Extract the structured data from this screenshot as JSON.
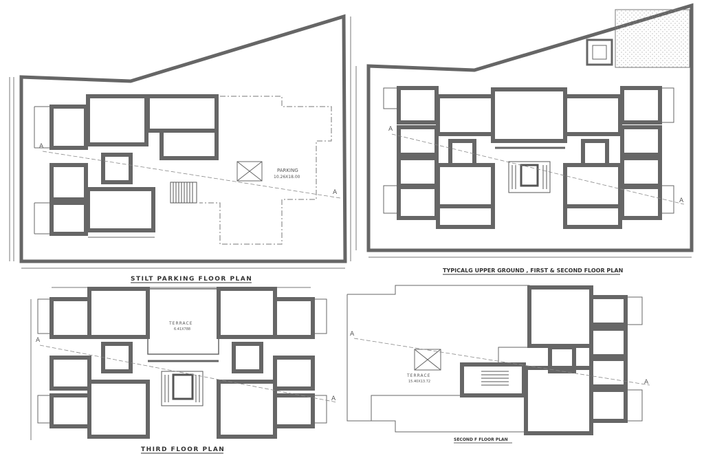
{
  "drawing": {
    "colors": {
      "wall": "#666666",
      "line": "#555555",
      "background": "#ffffff",
      "text": "#333333",
      "hatch": "#888888"
    },
    "plans": {
      "stilt_parking": {
        "title": "STILT PARKING FLOOR PLAN",
        "parking_label": "PARKING",
        "parking_size": "10.26X18.00",
        "section_marker": "A"
      },
      "typical_upper": {
        "title": "TYPICALG UPPER GROUND , FIRST & SECOND FLOOR PLAN",
        "section_marker": "A"
      },
      "third_floor": {
        "title": "THIRD FLOOR PLAN",
        "terrace_label": "TERRACE",
        "terrace_size": "6.41X788",
        "section_marker": "A"
      },
      "second_f": {
        "title": "SECOND F FLOOR PLAN",
        "terrace_label": "TERRACE",
        "terrace_size": "15.40X13.72",
        "section_marker": "A"
      }
    }
  }
}
